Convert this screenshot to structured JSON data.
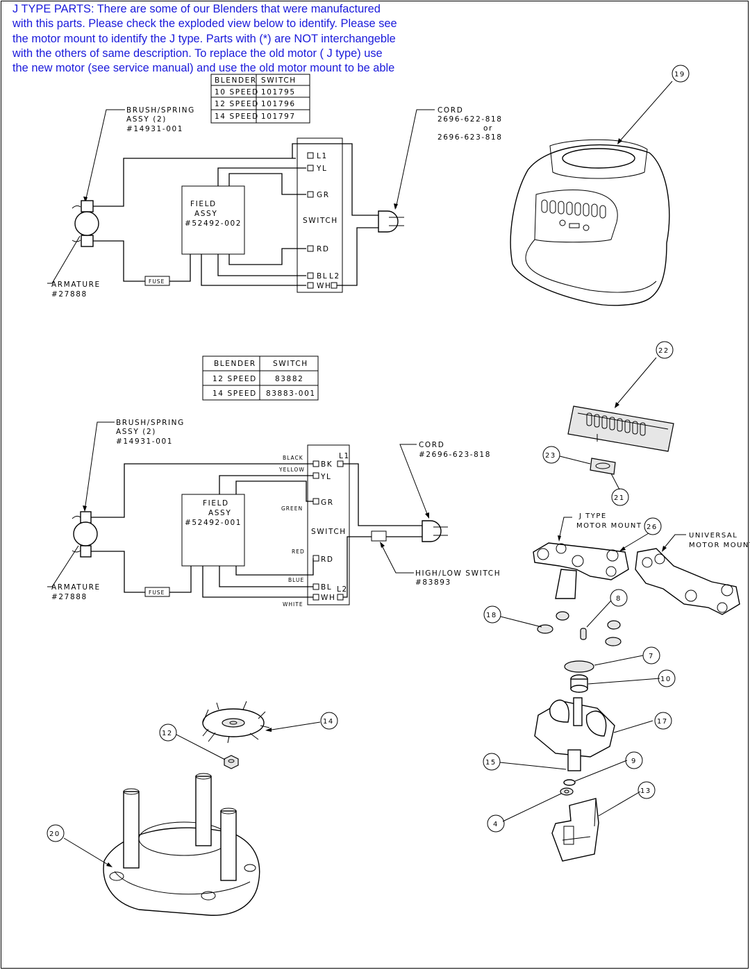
{
  "intro": {
    "lines": [
      "J TYPE PARTS:  There are some of our Blenders that were manufactured",
      "with this parts. Please check the exploded view below to identify. Please see",
      "the motor mount to identify the J type. Parts with (*) are NOT interchangeble",
      "with the  others of same description. To replace the old motor ( J type) use",
      "the new motor (see service manual) and use the old motor mount to be able"
    ],
    "color": "#1a1adb"
  },
  "diagram1": {
    "table": {
      "headers": [
        "BLENDER",
        "SWITCH"
      ],
      "rows": [
        [
          "10 SPEED",
          "101795"
        ],
        [
          "12 SPEED",
          "101796"
        ],
        [
          "14 SPEED",
          "101797"
        ]
      ]
    },
    "brush_label": [
      "BRUSH/SPRING",
      "ASSY (2)",
      "#14931-001"
    ],
    "field_label": [
      "FIELD",
      "ASSY",
      "#52492-002"
    ],
    "switch_label": "SWITCH",
    "fuse_label": "FUSE",
    "armature_label": [
      "ARMATURE",
      "#27888"
    ],
    "cord_label": [
      "CORD",
      "2696-622-818",
      "or",
      "2696-623-818"
    ],
    "terminals": [
      "L1",
      "YL",
      "GR",
      "RD",
      "BL",
      "L2",
      "WH"
    ]
  },
  "diagram2": {
    "table": {
      "headers": [
        "BLENDER",
        "SWITCH"
      ],
      "rows": [
        [
          "12 SPEED",
          "83882"
        ],
        [
          "14 SPEED",
          "83883-001"
        ]
      ]
    },
    "brush_label": [
      "BRUSH/SPRING",
      "ASSY (2)",
      "#14931-001"
    ],
    "field_label": [
      "FIELD",
      "ASSY",
      "#52492-001"
    ],
    "switch_label": "SWITCH",
    "fuse_label": "FUSE",
    "armature_label": [
      "ARMATURE",
      "#27888"
    ],
    "cord_label": [
      "CORD",
      "#2696-623-818"
    ],
    "hilo_label": [
      "HIGH/LOW SWITCH",
      "#83893"
    ],
    "terminals": [
      "BK",
      "L1",
      "YL",
      "GR",
      "RD",
      "BL",
      "L2",
      "WH"
    ],
    "wire_colors": [
      "BLACK",
      "YELLOW",
      "GREEN",
      "RED",
      "BLUE",
      "WHITE"
    ]
  },
  "exploded": {
    "callouts": [
      "19",
      "22",
      "23",
      "21",
      "26",
      "8",
      "18",
      "7",
      "10",
      "17",
      "9",
      "15",
      "13",
      "4",
      "14",
      "12",
      "20"
    ],
    "j_type_label": [
      "J TYPE",
      "MOTOR MOUNT"
    ],
    "universal_label": [
      "UNIVERSAL",
      "MOTOR MOUNT"
    ]
  }
}
